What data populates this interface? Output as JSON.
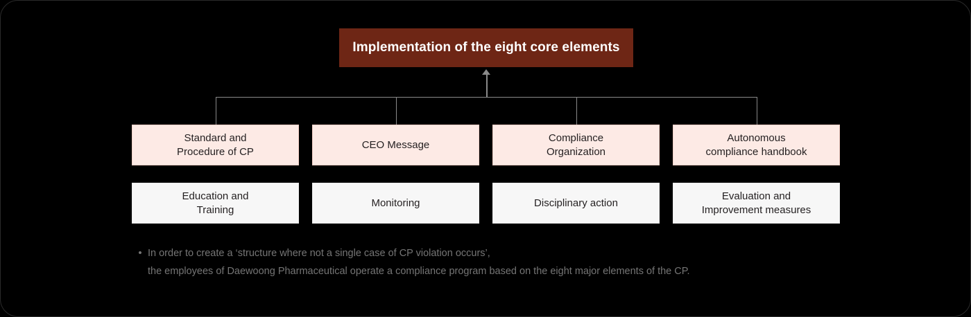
{
  "diagram": {
    "header": {
      "title": "Implementation of the eight core elements",
      "background_color": "#6e2615",
      "text_color": "#ffffff"
    },
    "connector": {
      "arrow_icon": "arrow-up-icon",
      "line_color": "#8a8a8a"
    },
    "rows": [
      {
        "name": "primary",
        "style": "pink",
        "fill_color": "#fdeae5",
        "border_color": "#f3cfc6",
        "boxes": [
          {
            "label": "Standard and\nProcedure of CP"
          },
          {
            "label": "CEO Message"
          },
          {
            "label": "Compliance\nOrganization"
          },
          {
            "label": "Autonomous\ncompliance handbook"
          }
        ]
      },
      {
        "name": "secondary",
        "style": "plain",
        "fill_color": "#f7f7f7",
        "border_color": "#ececec",
        "boxes": [
          {
            "label": "Education and\nTraining"
          },
          {
            "label": "Monitoring"
          },
          {
            "label": "Disciplinary action"
          },
          {
            "label": "Evaluation and\nImprovement measures"
          }
        ]
      }
    ],
    "footnote": {
      "bullet": "•",
      "text": "In order to create a ‘structure where not a single case of CP violation occurs’,\nthe employees of Daewoong Pharmaceutical operate a compliance program based on the eight major elements of the CP.",
      "text_color": "#757575"
    },
    "canvas": {
      "background_color": "#000000"
    }
  }
}
